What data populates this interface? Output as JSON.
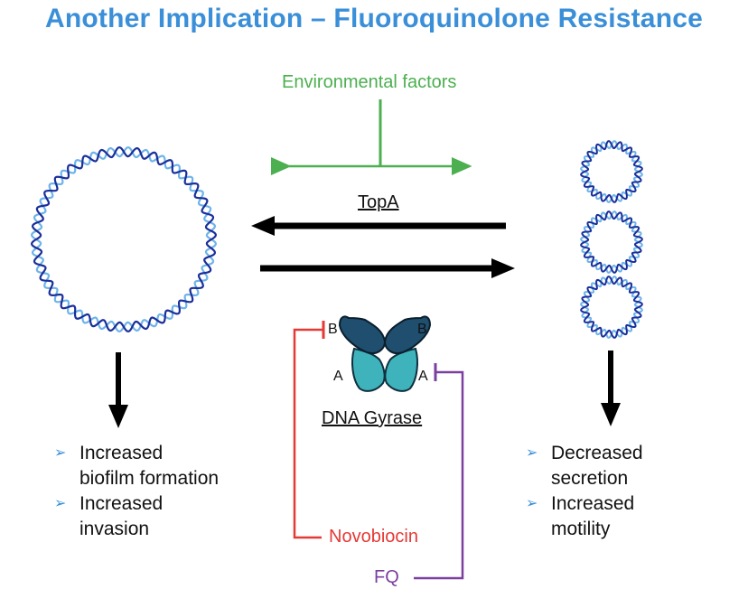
{
  "title": "Another Implication – Fluoroquinolone Resistance",
  "environmental_label": "Environmental factors",
  "topa_label": "TopA",
  "gyrase": {
    "label": "DNA Gyrase",
    "subunit_b": "B",
    "subunit_a": "A"
  },
  "inhibitors": {
    "novobiocin": "Novobiocin",
    "fq": "FQ"
  },
  "left_outcomes": [
    {
      "line1": "Increased",
      "line2": "biofilm formation"
    },
    {
      "line1": "Increased",
      "line2": "invasion"
    }
  ],
  "right_outcomes": [
    {
      "line1": "Decreased",
      "line2": "secretion"
    },
    {
      "line1": "Increased",
      "line2": "motility"
    }
  ],
  "bullet_marker": "➢",
  "colors": {
    "title": "#3a8fd8",
    "environmental": "#4caf50",
    "novobiocin": "#e53935",
    "fq": "#7b3fa0",
    "dna_dark": "#1a2f9a",
    "dna_light": "#6fb3e8",
    "gyrase_b": "#1f4e6e",
    "gyrase_a": "#3fb3bc"
  },
  "icons": {
    "relaxed_dna": "relaxed-circular-dna-icon",
    "supercoiled_dna": "supercoiled-dna-icon",
    "gyrase": "dna-gyrase-protein-icon"
  }
}
